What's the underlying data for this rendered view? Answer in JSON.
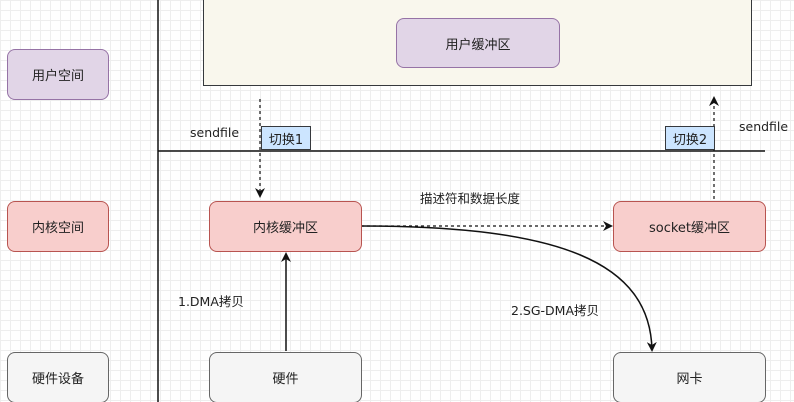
{
  "layers": {
    "user_space": "用户空间",
    "kernel_space": "内核空间",
    "hardware_device": "硬件设备"
  },
  "nodes": {
    "user_buffer": "用户缓冲区",
    "kernel_buffer": "内核缓冲区",
    "socket_buffer": "socket缓冲区",
    "hardware": "硬件",
    "nic": "网卡"
  },
  "labels": {
    "sendfile_left": "sendfile",
    "sendfile_right": "sendfile",
    "switch_1": "切换1",
    "switch_2": "切换2",
    "descriptor_length": "描述符和数据长度",
    "dma_copy": "1.DMA拷贝",
    "sg_dma_copy": "2.SG-DMA拷贝"
  },
  "colors": {
    "user_fill": "#e1d5e7",
    "kernel_fill": "#f8cecc",
    "hardware_fill": "#f5f5f5",
    "user_area_fill": "#f9f7ed",
    "switch_fill": "#cce5ff"
  }
}
